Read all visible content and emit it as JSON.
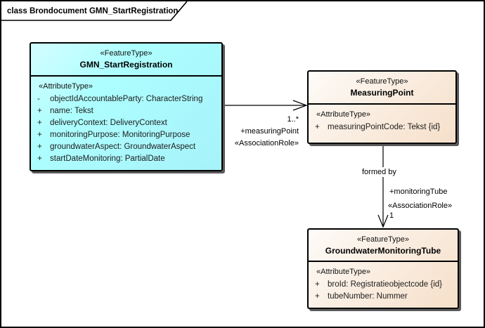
{
  "frame": {
    "title": "class Brondocument GMN_StartRegistration"
  },
  "colors": {
    "class_fill_cyan": "#ADFEFF",
    "class_fill_tan": "#F9EADD",
    "border": "#000000",
    "shadow": "#5A5A5A",
    "background": "#FFFFFF"
  },
  "classes": [
    {
      "stereotype": "«FeatureType»",
      "name": "GMN_StartRegistration",
      "attr_header": "«AttributeType»",
      "attributes": [
        {
          "vis": "-",
          "text": "objectIdAccountableParty: CharacterString"
        },
        {
          "vis": "+",
          "text": "name: Tekst"
        },
        {
          "vis": "+",
          "text": "deliveryContext: DeliveryContext"
        },
        {
          "vis": "+",
          "text": "monitoringPurpose: MonitoringPurpose"
        },
        {
          "vis": "+",
          "text": "groundwaterAspect: GroundwaterAspect"
        },
        {
          "vis": "+",
          "text": "startDateMonitoring: PartialDate"
        }
      ]
    },
    {
      "stereotype": "«FeatureType»",
      "name": "MeasuringPoint",
      "attr_header": "«AttributeType»",
      "attributes": [
        {
          "vis": "+",
          "text": "measuringPointCode: Tekst {id}"
        }
      ]
    },
    {
      "stereotype": "«FeatureType»",
      "name": "GroundwaterMonitoringTube",
      "attr_header": "«AttributeType»",
      "attributes": [
        {
          "vis": "+",
          "text": "broId: Registratieobjectcode {id}"
        },
        {
          "vis": "+",
          "text": "tubeNumber: Nummer"
        }
      ]
    }
  ],
  "connectors": [
    {
      "name": "",
      "source": "GMN_StartRegistration",
      "target": "MeasuringPoint",
      "target_multiplicity": "1..*",
      "target_role": "+measuringPoint",
      "target_stereotype": "«AssociationRole»"
    },
    {
      "name": "formed by",
      "source": "MeasuringPoint",
      "target": "GroundwaterMonitoringTube",
      "target_multiplicity": "1",
      "target_role": "+monitoringTube",
      "target_stereotype": "«AssociationRole»"
    }
  ]
}
